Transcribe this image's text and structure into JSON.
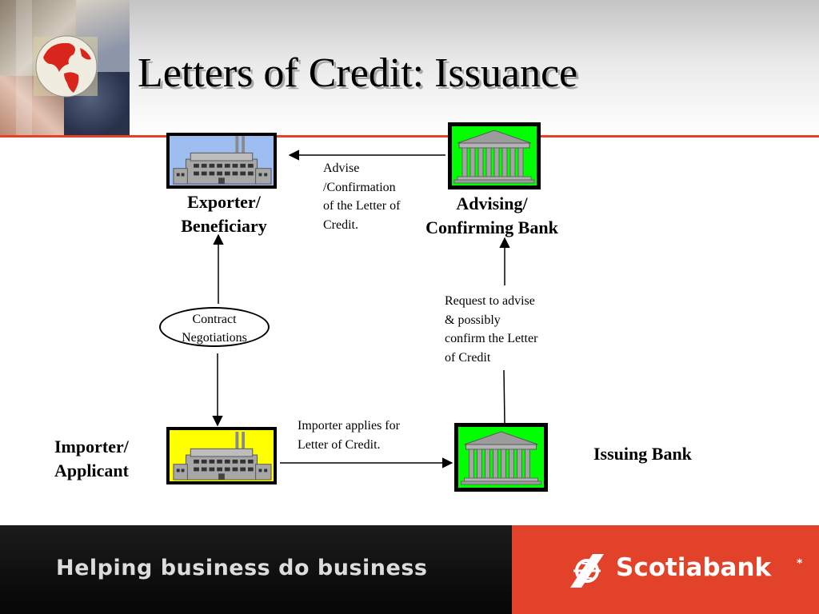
{
  "slide": {
    "title": "Letters of Credit: Issuance"
  },
  "diagram": {
    "exporter": {
      "line1": "Exporter/",
      "line2": "Beneficiary"
    },
    "advising_bank": {
      "line1": "Advising/",
      "line2": "Confirming Bank"
    },
    "importer": {
      "line1": "Importer/",
      "line2": "Applicant"
    },
    "issuing_bank": {
      "label": "Issuing Bank"
    },
    "contract": {
      "line1": "Contract",
      "line2": "Negotiations"
    },
    "notes": {
      "advise": [
        "Advise",
        "/Confirmation",
        "of the Letter of",
        "Credit."
      ],
      "request": [
        "Request to advise",
        "& possibly",
        "confirm the Letter",
        "of Credit"
      ],
      "applies": [
        "Importer applies for",
        "Letter of Credit."
      ]
    },
    "colors": {
      "exporter_sky": "#9ebdf0",
      "importer_sky": "#ffff00",
      "bank_bg": "#00ff00",
      "accent_red": "#e2412a"
    }
  },
  "footer": {
    "tagline": "Helping business do business",
    "brand": "Scotiabank",
    "brand_mark": "*"
  }
}
